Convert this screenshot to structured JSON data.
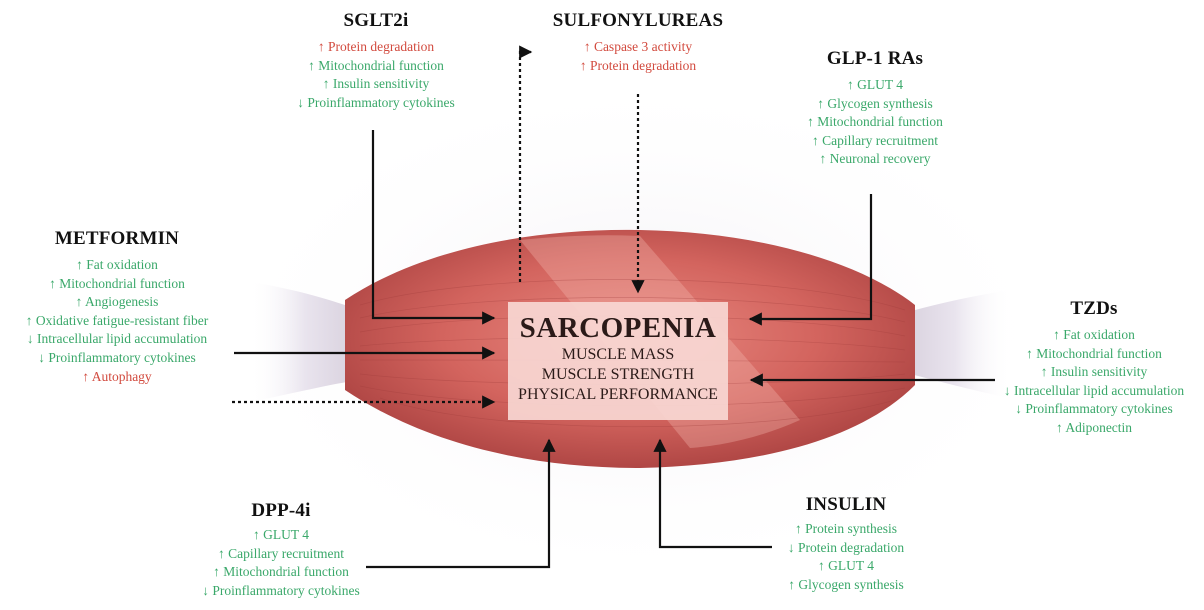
{
  "center": {
    "title": "SARCOPENIA",
    "lines": [
      "MUSCLE MASS",
      "MUSCLE STRENGTH",
      "PHYSICAL PERFORMANCE"
    ]
  },
  "drugs": {
    "sglt2i": {
      "name": "SGLT2i",
      "effects": [
        {
          "text": "↑ Protein degradation",
          "tone": "red"
        },
        {
          "text": "↑ Mitochondrial function",
          "tone": "green"
        },
        {
          "text": "↑ Insulin sensitivity",
          "tone": "green"
        },
        {
          "text": "↓ Proinflammatory cytokines",
          "tone": "green"
        }
      ]
    },
    "sulfonylureas": {
      "name": "SULFONYLUREAS",
      "effects": [
        {
          "text": "↑ Caspase 3 activity",
          "tone": "red"
        },
        {
          "text": "↑ Protein degradation",
          "tone": "red"
        }
      ]
    },
    "glp1": {
      "name": "GLP-1 RAs",
      "effects": [
        {
          "text": "↑ GLUT 4",
          "tone": "green"
        },
        {
          "text": "↑ Glycogen synthesis",
          "tone": "green"
        },
        {
          "text": "↑ Mitochondrial function",
          "tone": "green"
        },
        {
          "text": "↑ Capillary recruitment",
          "tone": "green"
        },
        {
          "text": "↑ Neuronal recovery",
          "tone": "green"
        }
      ]
    },
    "metformin": {
      "name": "METFORMIN",
      "effects": [
        {
          "text": "↑ Fat oxidation",
          "tone": "green"
        },
        {
          "text": "↑ Mitochondrial function",
          "tone": "green"
        },
        {
          "text": "↑ Angiogenesis",
          "tone": "green"
        },
        {
          "text": "↑ Oxidative fatigue-resistant fiber",
          "tone": "green"
        },
        {
          "text": "↓ Intracellular lipid accumulation",
          "tone": "green"
        },
        {
          "text": "↓ Proinflammatory cytokines",
          "tone": "green"
        },
        {
          "text": "↑ Autophagy",
          "tone": "red"
        }
      ]
    },
    "tzds": {
      "name": "TZDs",
      "effects": [
        {
          "text": "↑ Fat oxidation",
          "tone": "green"
        },
        {
          "text": "↑ Mitochondrial function",
          "tone": "green"
        },
        {
          "text": "↑ Insulin sensitivity",
          "tone": "green"
        },
        {
          "text": "↓ Intracellular lipid accumulation",
          "tone": "green"
        },
        {
          "text": "↓ Proinflammatory cytokines",
          "tone": "green"
        },
        {
          "text": "↑ Adiponectin",
          "tone": "green"
        }
      ]
    },
    "dpp4i": {
      "name": "DPP-4i",
      "effects": [
        {
          "text": "↑ GLUT 4",
          "tone": "green"
        },
        {
          "text": "↑ Capillary recruitment",
          "tone": "green"
        },
        {
          "text": "↑ Mitochondrial function",
          "tone": "green"
        },
        {
          "text": "↓ Proinflammatory cytokines",
          "tone": "green"
        }
      ]
    },
    "insulin": {
      "name": "INSULIN",
      "effects": [
        {
          "text": "↑ Protein synthesis",
          "tone": "green"
        },
        {
          "text": "↓ Protein degradation",
          "tone": "green"
        },
        {
          "text": "↑ GLUT 4",
          "tone": "green"
        },
        {
          "text": "↑ Glycogen synthesis",
          "tone": "green"
        }
      ]
    }
  },
  "colors": {
    "beneficial": "#3aa86a",
    "detrimental": "#d24a3e",
    "muscle": "#c9504f"
  }
}
